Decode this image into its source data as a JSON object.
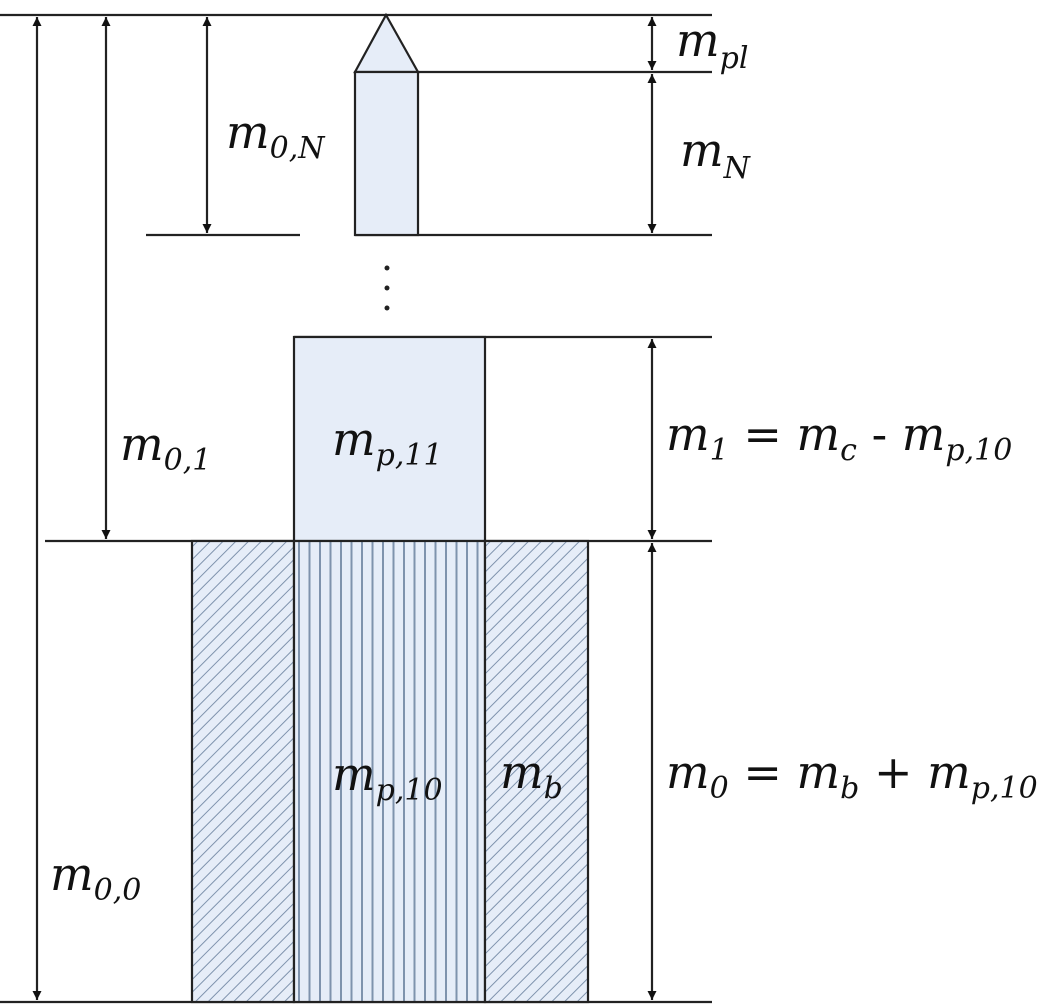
{
  "colors": {
    "fill": "#e6edf8",
    "hatch": "#7f93ad",
    "line": "#222222"
  },
  "labels": {
    "m_pl": {
      "main": "m",
      "sub": "pl"
    },
    "m_N": {
      "main": "m",
      "sub": "N"
    },
    "m_0N": {
      "main": "m",
      "sub": "0,N"
    },
    "m_01": {
      "main": "m",
      "sub": "0,1"
    },
    "m_00": {
      "main": "m",
      "sub": "0,0"
    },
    "m_p11": {
      "main": "m",
      "sub": "p,11"
    },
    "m_p10": {
      "main": "m",
      "sub": "p,10"
    },
    "m_b": {
      "main": "m",
      "sub": "b"
    },
    "eq1": {
      "a": "m",
      "a_sub": "1",
      "op1": " = ",
      "b": "m",
      "b_sub": "c",
      "op2": " - ",
      "c": "m",
      "c_sub": "p,10"
    },
    "eq0": {
      "a": "m",
      "a_sub": "0",
      "op1": " = ",
      "b": "m",
      "b_sub": "b",
      "op2": " + ",
      "c": "m",
      "c_sub": "p,10"
    },
    "ellipsis": "⋮"
  }
}
